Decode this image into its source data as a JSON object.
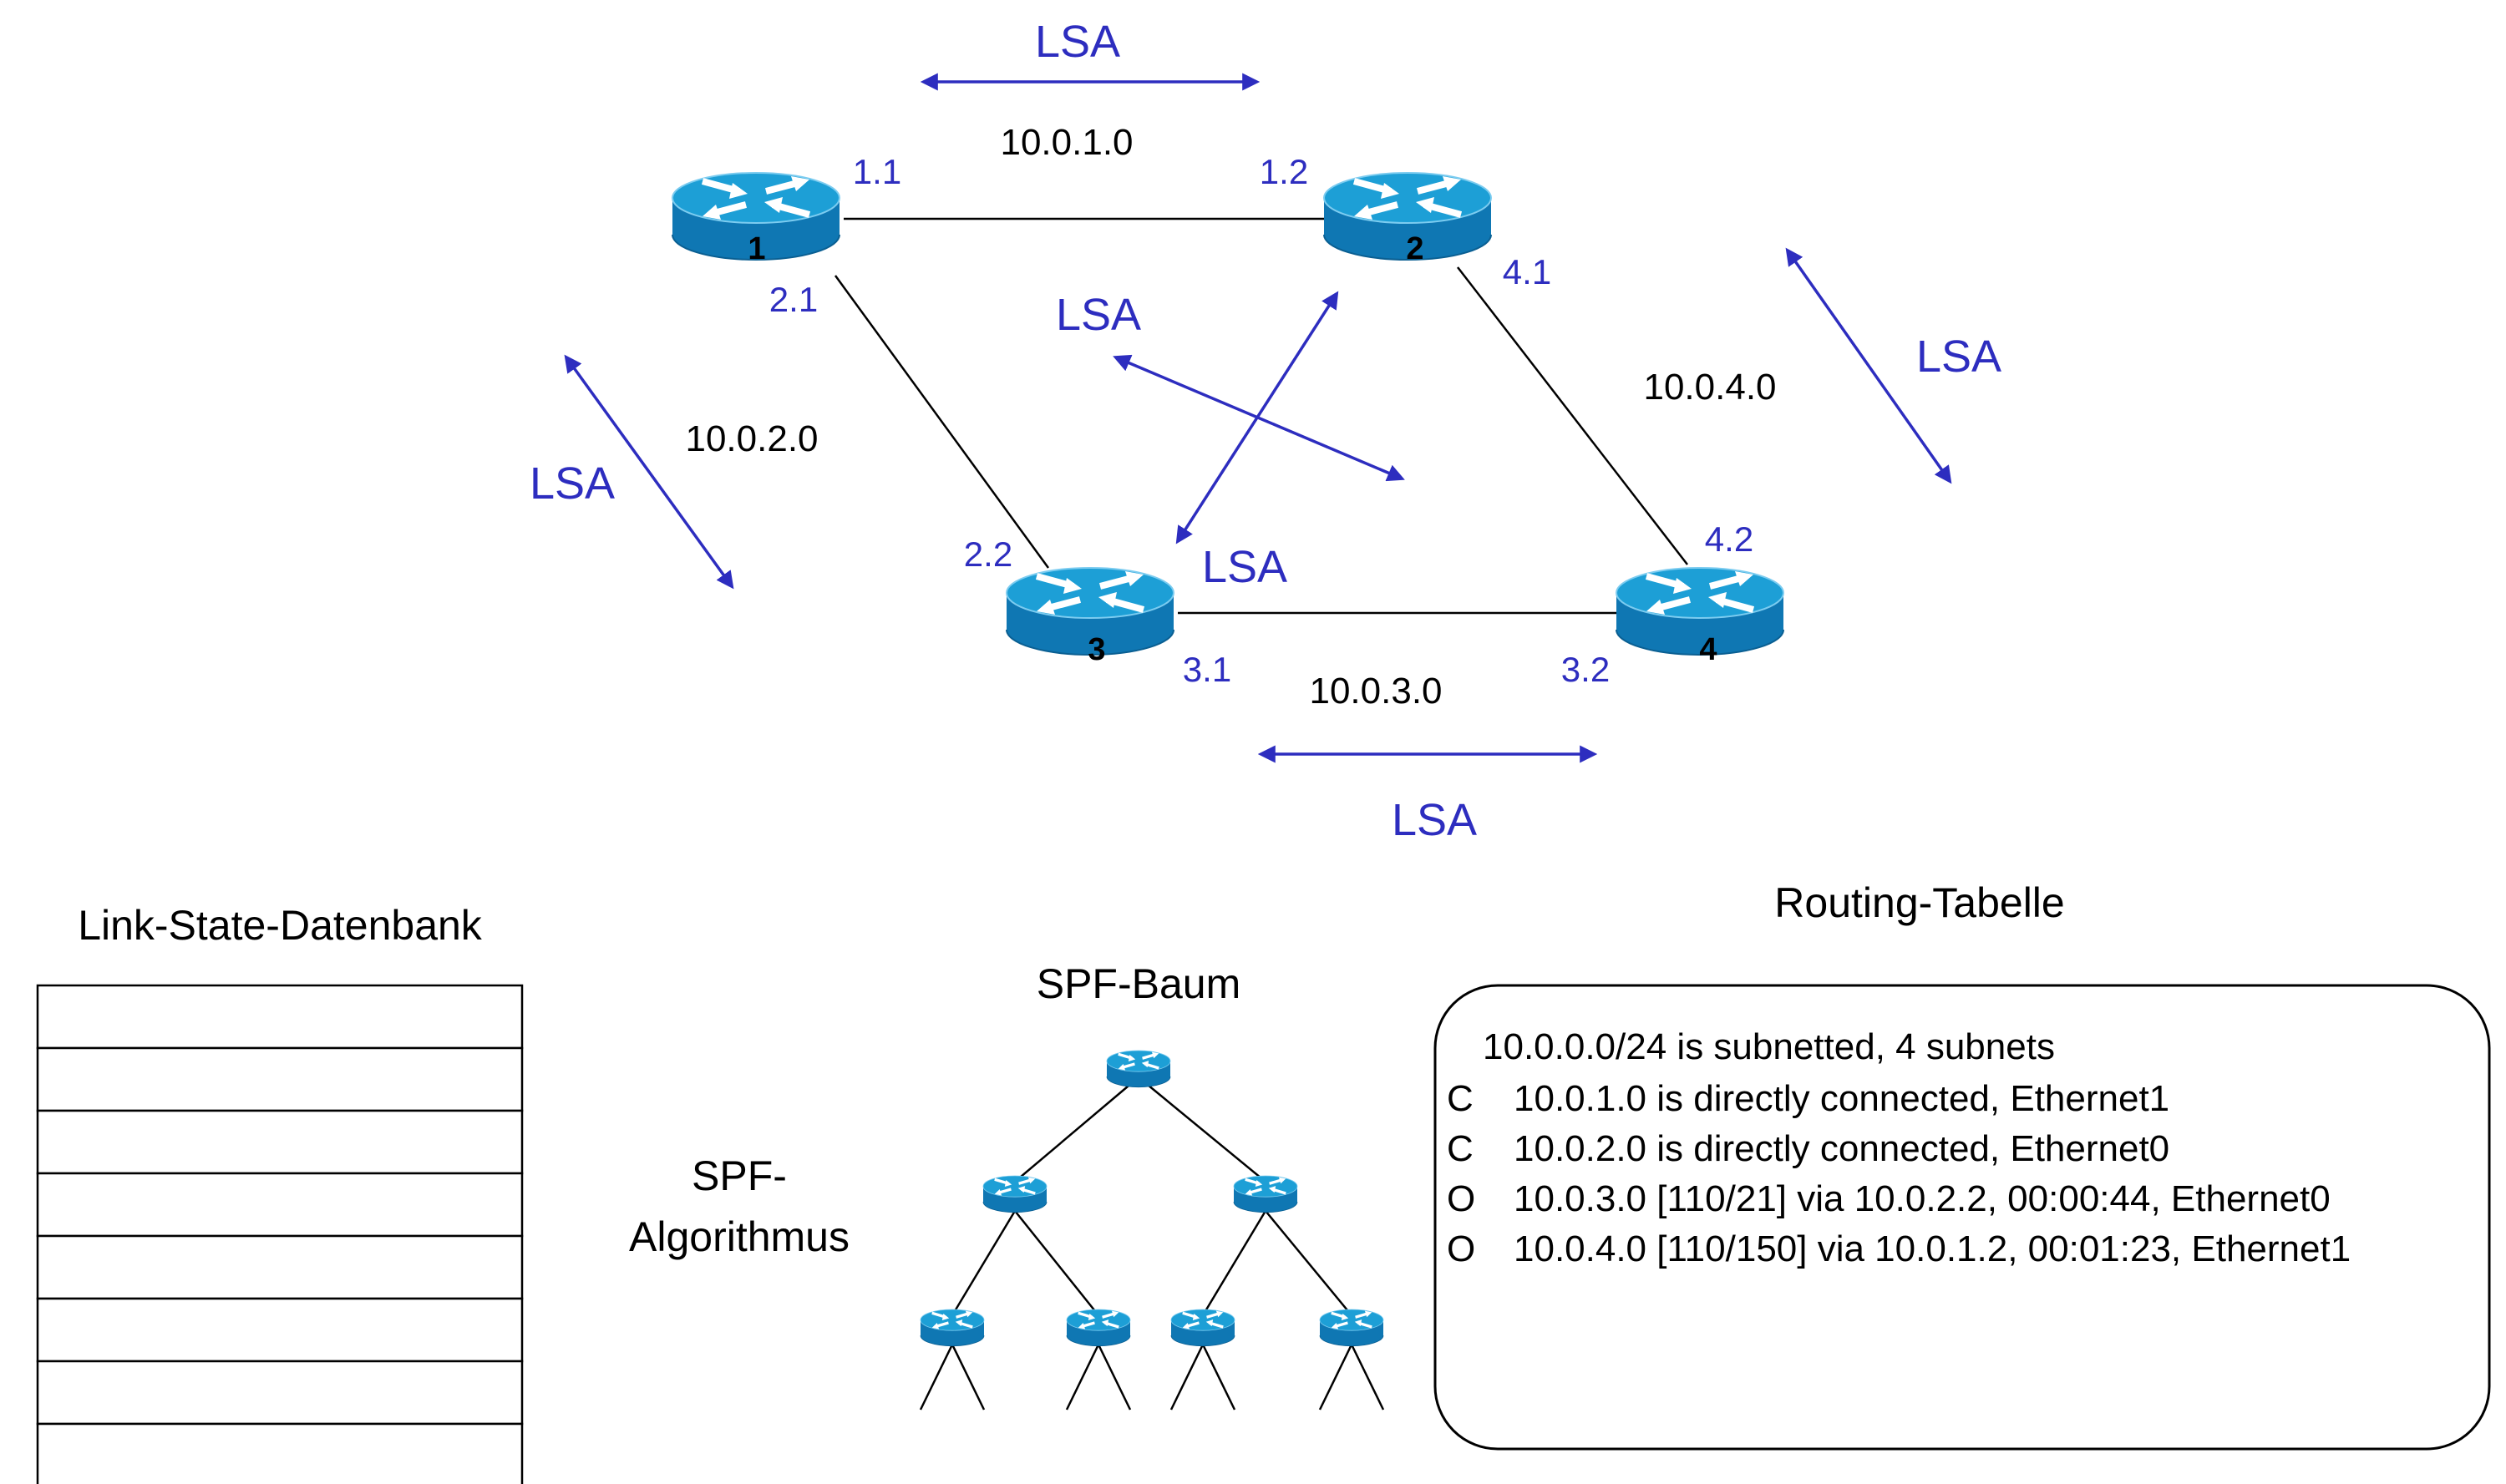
{
  "colors": {
    "label_blue": "#2d2dbf",
    "router_top": "#1d9fd6",
    "router_body": "#0f77b3",
    "line": "#000000"
  },
  "icons": [
    "router-icon",
    "double-arrow-icon"
  ],
  "network": {
    "routers": [
      {
        "id": "1",
        "label": "1"
      },
      {
        "id": "2",
        "label": "2"
      },
      {
        "id": "3",
        "label": "3"
      },
      {
        "id": "4",
        "label": "4"
      }
    ],
    "links": [
      {
        "subnet": "10.0.1.0",
        "iface_a": "1.1",
        "iface_b": "1.2"
      },
      {
        "subnet": "10.0.2.0",
        "iface_a": "2.1",
        "iface_b": "2.2"
      },
      {
        "subnet": "10.0.3.0",
        "iface_a": "3.1",
        "iface_b": "3.2"
      },
      {
        "subnet": "10.0.4.0",
        "iface_a": "4.1",
        "iface_b": "4.2"
      }
    ],
    "lsa_label": "LSA"
  },
  "lsdb": {
    "title": "Link-State-Datenbank",
    "rows": 8
  },
  "spf": {
    "algorithm_line1": "SPF-",
    "algorithm_line2": "Algorithmus",
    "tree_title": "SPF-Baum"
  },
  "routing_table": {
    "title": "Routing-Tabelle",
    "header": "10.0.0.0/24 is subnetted, 4 subnets",
    "entries": [
      {
        "code": "C",
        "text": "10.0.1.0 is directly connected, Ethernet1"
      },
      {
        "code": "C",
        "text": "10.0.2.0 is directly connected, Ethernet0"
      },
      {
        "code": "O",
        "text": "10.0.3.0 [110/21] via 10.0.2.2, 00:00:44, Ethernet0"
      },
      {
        "code": "O",
        "text": "10.0.4.0 [110/150] via 10.0.1.2, 00:01:23, Ethernet1"
      }
    ]
  }
}
